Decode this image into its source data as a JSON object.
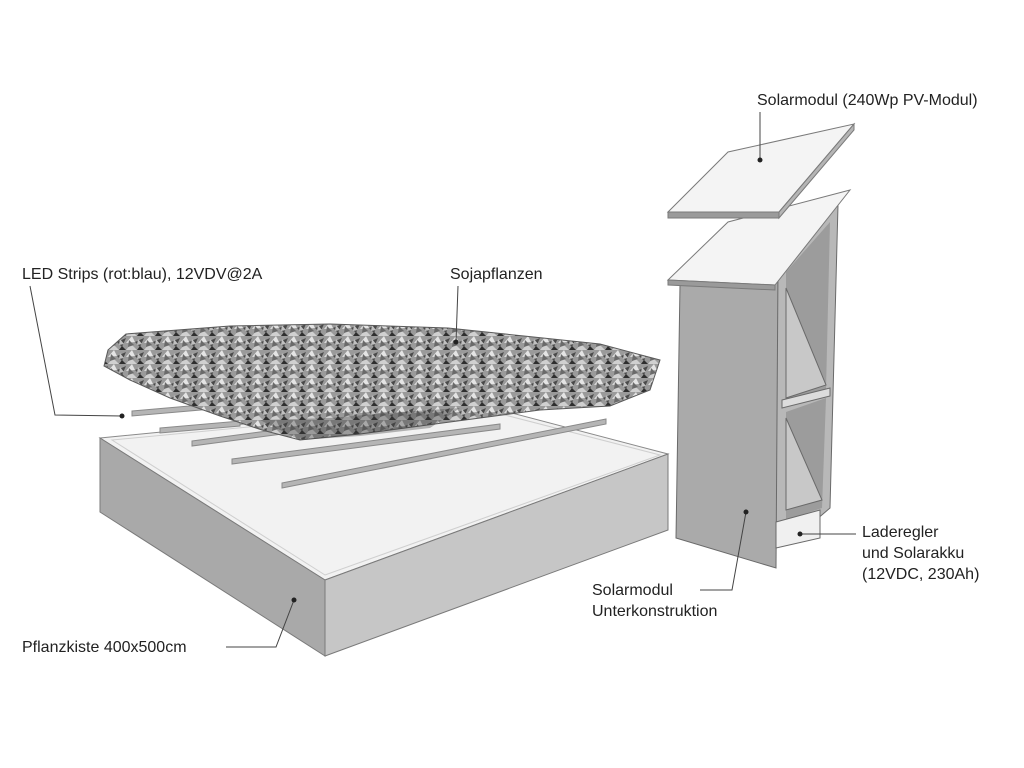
{
  "labels": {
    "solar_module": "Solarmodul (240Wp PV-Modul)",
    "led_strips": "LED Strips (rot:blau), 12VDV@2A",
    "soy_plants": "Sojapflanzen",
    "charge_controller_line1": "Laderegler",
    "charge_controller_line2": "und Solarakku",
    "charge_controller_line3": "(12VDC, 230Ah)",
    "substructure_line1": "Solarmodul",
    "substructure_line2": "Unterkonstruktion",
    "planter_box": "Pflanzkiste 400x500cm"
  },
  "colors": {
    "line": "#444444",
    "box_front": "#a9a9a9",
    "box_side": "#c6c6c6",
    "box_top": "#f2f2f2",
    "panel_top": "#f4f4f4",
    "panel_edge": "#8a8a8a",
    "stand_front": "#aaaaaa",
    "stand_dark": "#7a7a7a",
    "led_strip": "#b5b5b5"
  }
}
